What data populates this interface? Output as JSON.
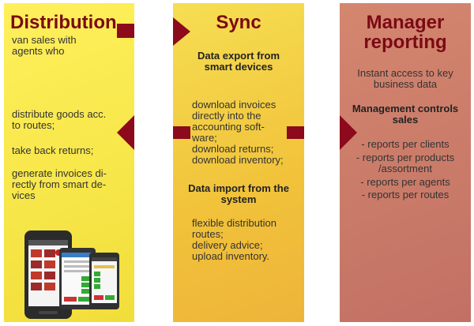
{
  "colors": {
    "accent": "#8c0a1c",
    "title": "#7a0a14"
  },
  "distribution": {
    "title": "Distribution",
    "intro": "van sales with\nagents who",
    "items": [
      "distribute goods acc.\nto routes;",
      "take back returns;",
      "generate invoices di-\nrectly from smart de-\nvices"
    ]
  },
  "sync": {
    "title": "Sync",
    "export_heading": "Data export from\nsmart devices",
    "export_items": "download invoices\ndirectly into the\naccounting soft-\nware;\ndownload returns;\ndownload inventory;",
    "import_heading": "Data import from the\nsystem",
    "import_items": "flexible distribution\nroutes;\ndelivery advice;\nupload inventory."
  },
  "manager": {
    "title": "Manager\nreporting",
    "intro": "Instant access to key\nbusiness data",
    "controls_heading": "Management controls\nsales",
    "reports": [
      "- reports per clients",
      "- reports per products\n/assortment",
      "- reports per agents",
      "- reports per routes"
    ]
  },
  "icons": [
    "android-phone-icon",
    "tablet-app-icon"
  ]
}
